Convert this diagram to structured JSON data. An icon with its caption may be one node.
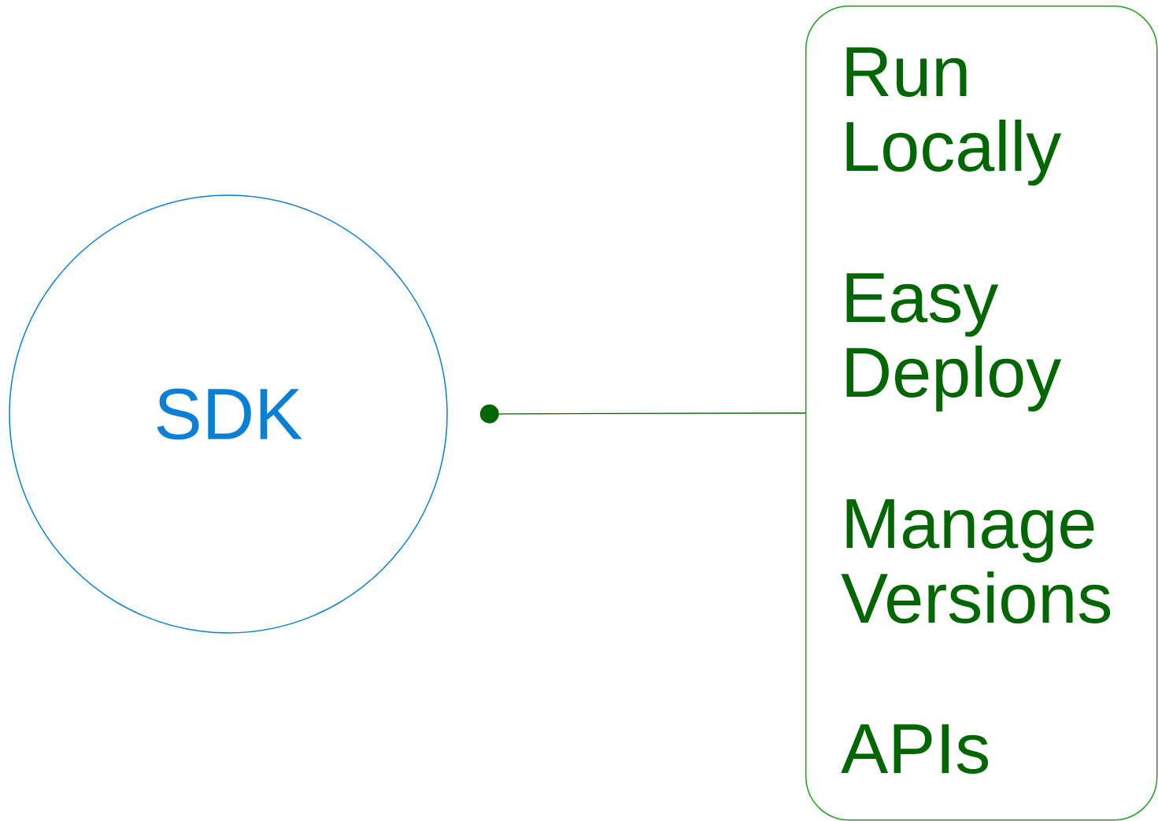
{
  "diagram": {
    "nodes": [
      {
        "text": [
          "SDK"
        ]
      },
      {
        "text": [
          "Run Locally",
          "Easy Deploy",
          "Manage Versions",
          "APIs"
        ]
      }
    ],
    "edges": [
      {
        "from": 0,
        "to": 1,
        "arrow": "other"
      }
    ]
  }
}
